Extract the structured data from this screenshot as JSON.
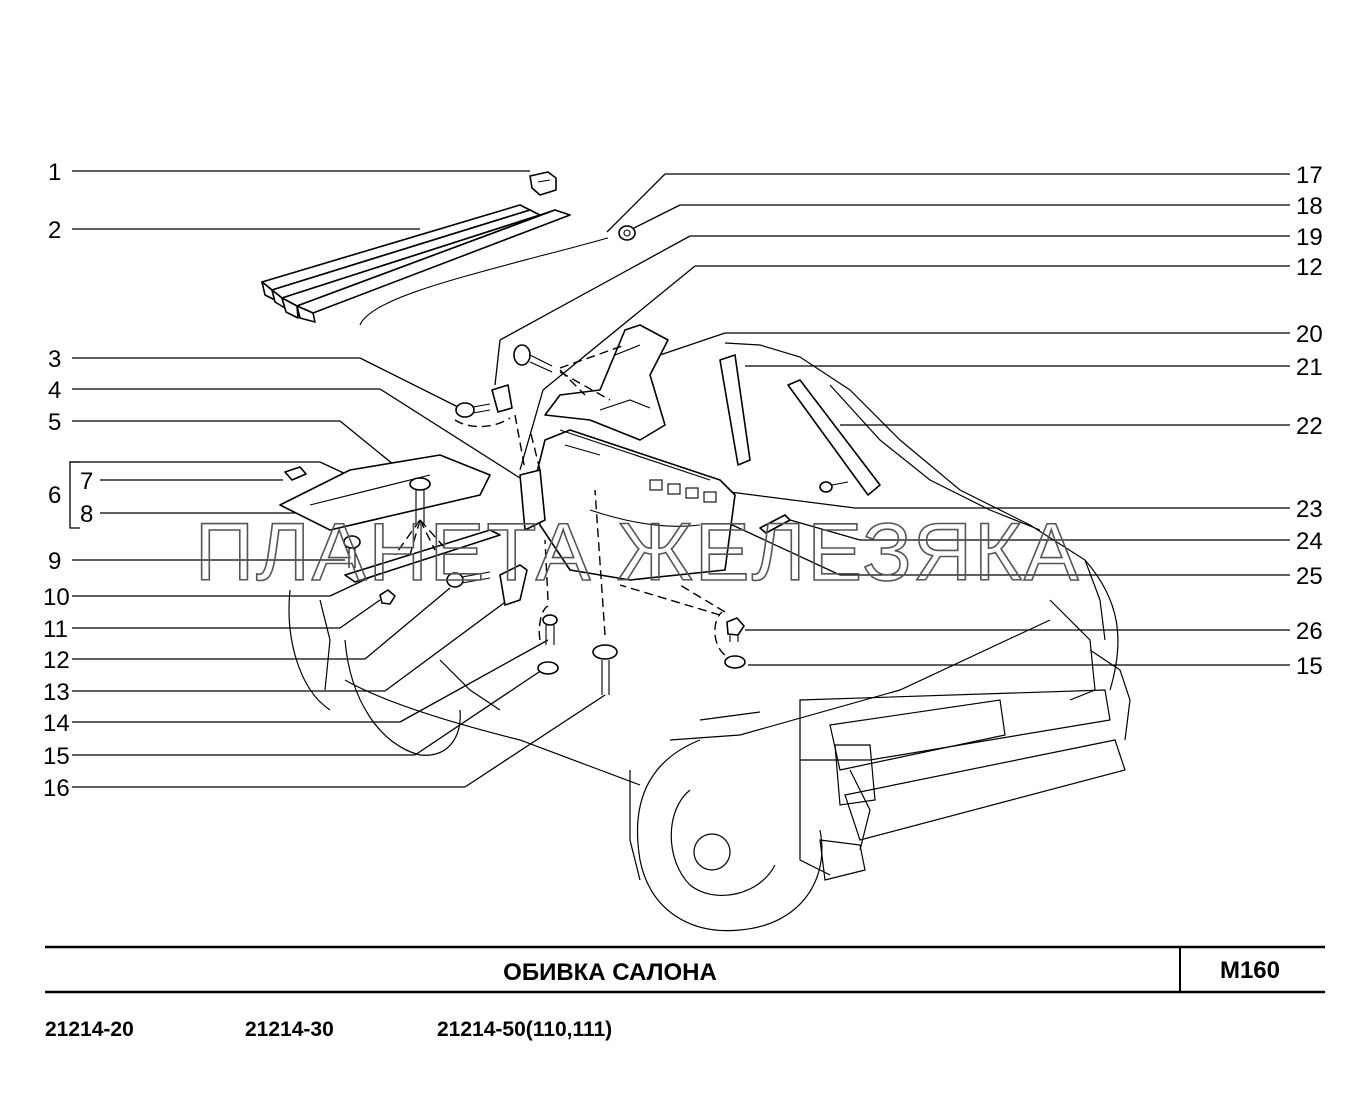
{
  "labels_left": [
    {
      "id": "1",
      "text": "1"
    },
    {
      "id": "2",
      "text": "2"
    },
    {
      "id": "3",
      "text": "3"
    },
    {
      "id": "4",
      "text": "4"
    },
    {
      "id": "5",
      "text": "5"
    },
    {
      "id": "6",
      "text": "6"
    },
    {
      "id": "7",
      "text": "7"
    },
    {
      "id": "8",
      "text": "8"
    },
    {
      "id": "9",
      "text": "9"
    },
    {
      "id": "10",
      "text": "10"
    },
    {
      "id": "11",
      "text": "11"
    },
    {
      "id": "12",
      "text": "12"
    },
    {
      "id": "13",
      "text": "13"
    },
    {
      "id": "14",
      "text": "14"
    },
    {
      "id": "15",
      "text": "15"
    },
    {
      "id": "16",
      "text": "16"
    }
  ],
  "labels_right": [
    {
      "id": "17",
      "text": "17"
    },
    {
      "id": "18",
      "text": "18"
    },
    {
      "id": "19",
      "text": "19"
    },
    {
      "id": "12",
      "text": "12"
    },
    {
      "id": "20",
      "text": "20"
    },
    {
      "id": "21",
      "text": "21"
    },
    {
      "id": "22",
      "text": "22"
    },
    {
      "id": "23",
      "text": "23"
    },
    {
      "id": "24",
      "text": "24"
    },
    {
      "id": "25",
      "text": "25"
    },
    {
      "id": "26",
      "text": "26"
    },
    {
      "id": "15",
      "text": "15"
    }
  ],
  "watermark": "ПЛАНЕТА ЖЕЛЕЗЯКА",
  "title_block": {
    "title": "ОБИВКА  САЛОНА",
    "sheet_code": "М160"
  },
  "models": [
    "21214-20",
    "21214-30",
    "21214-50(110,111)"
  ]
}
